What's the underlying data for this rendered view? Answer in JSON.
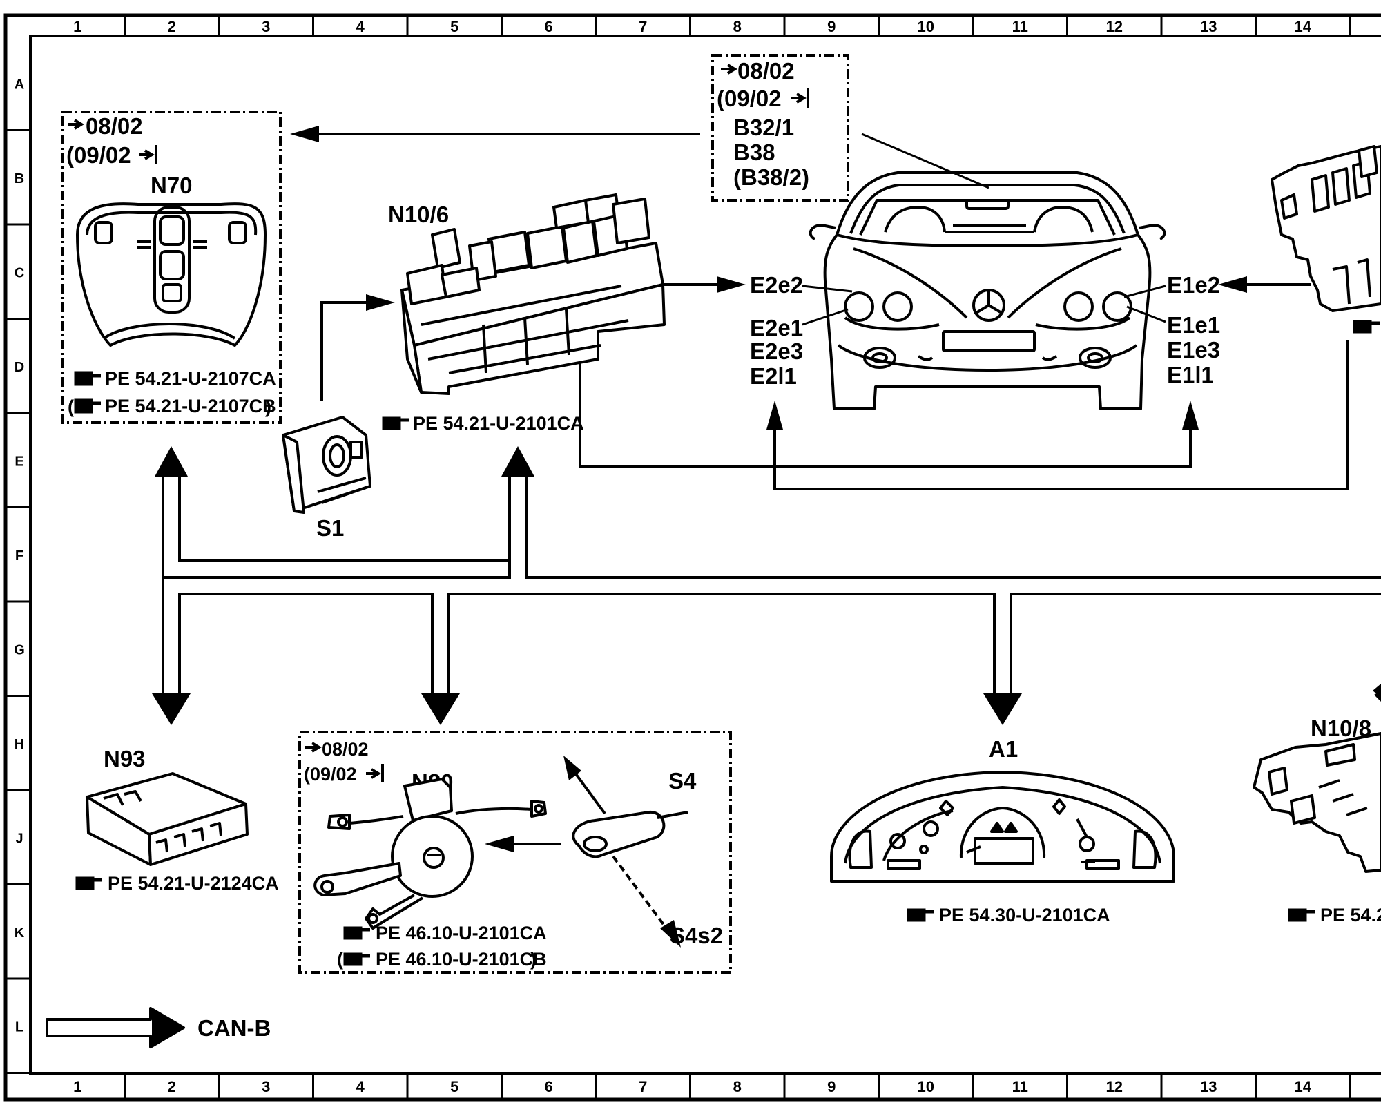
{
  "grid": {
    "columns": [
      "1",
      "2",
      "3",
      "4",
      "5",
      "6",
      "7",
      "8",
      "9",
      "10",
      "11",
      "12",
      "13",
      "14"
    ],
    "rows": [
      "A",
      "B",
      "C",
      "D",
      "E",
      "F",
      "G",
      "H",
      "J",
      "K",
      "L"
    ]
  },
  "components": {
    "n70": {
      "date_from": "08/02",
      "date_to": "(09/02",
      "name": "N70",
      "ref1": "PE  54.21-U-2107CA",
      "ref2": "PE  54.21-U-2107CB"
    },
    "sensors_box": {
      "date_from": "08/02",
      "date_to": "(09/02",
      "codes": [
        "B32/1",
        "B38",
        "(B38/2)"
      ]
    },
    "n10_6": {
      "name": "N10/6",
      "ref": "PE  54.21-U-2101CA"
    },
    "s1": {
      "name": "S1"
    },
    "lamps_left": {
      "e2e2": "E2e2",
      "e2e1": "E2e1",
      "e2e3": "E2e3",
      "e2l1": "E2l1"
    },
    "lamps_right": {
      "e1e2": "E1e2",
      "e1e1": "E1e1",
      "e1e3": "E1e3",
      "e1l1": "E1l1"
    },
    "n93": {
      "name": "N93",
      "ref": "PE  54.21-U-2124CA"
    },
    "n80": {
      "date_from": "08/02",
      "date_to": "(09/02",
      "name": "N80",
      "ref1": "PE  46.10-U-2101CA",
      "ref2": "PE  46.10-U-2101CB"
    },
    "s4": {
      "name": "S4",
      "sub": "S4s2"
    },
    "a1": {
      "name": "A1",
      "ref": "PE  54.30-U-2101CA"
    },
    "n10_8": {
      "name": "N10/8",
      "ref": "PE  54.2"
    }
  },
  "legend": {
    "label": "CAN-B"
  }
}
